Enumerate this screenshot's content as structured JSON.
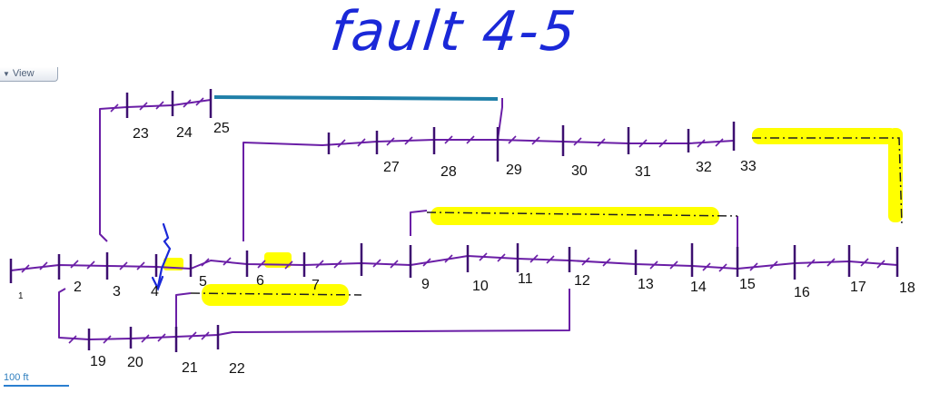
{
  "title": "fault 4-5",
  "view_label": "View",
  "scale_label": "100 ft",
  "colors": {
    "line": "#6a1ea6",
    "bus": "#3d0f70",
    "tie": "#1f7fa8",
    "highlight": "#ffff00",
    "ink": "#1a28d8",
    "dash": "#222222"
  },
  "buses": [
    "1",
    "2",
    "3",
    "4",
    "5",
    "6",
    "7",
    "9",
    "10",
    "11",
    "12",
    "13",
    "14",
    "15",
    "16",
    "17",
    "18",
    "19",
    "20",
    "21",
    "22",
    "23",
    "24",
    "25",
    "27",
    "28",
    "29",
    "30",
    "31",
    "32",
    "33"
  ]
}
